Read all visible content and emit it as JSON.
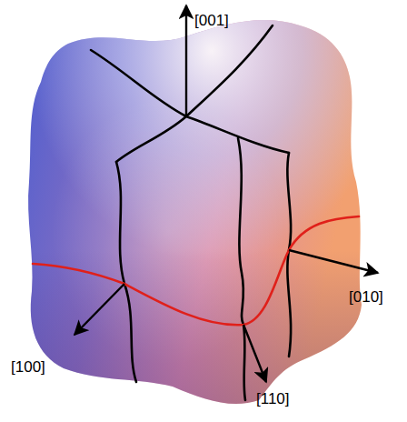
{
  "diagram": {
    "labels": [
      "[001]",
      "[100]",
      "[010]",
      "[110]"
    ]
  }
}
